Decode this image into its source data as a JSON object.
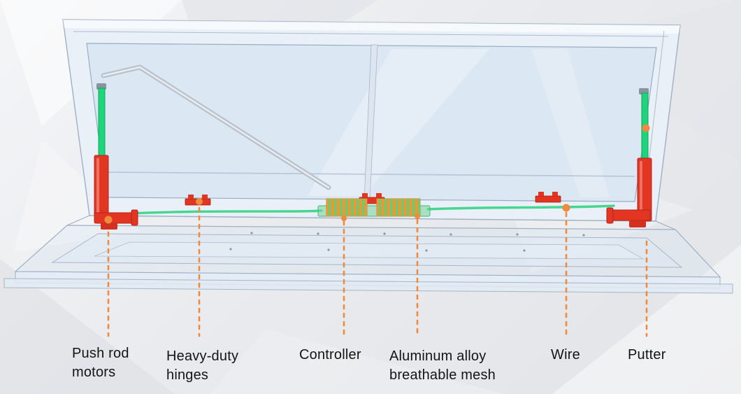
{
  "figure": {
    "subject": "Automatic window / skylight opener assembly diagram"
  },
  "colors": {
    "callout_orange": "#EF8A3E",
    "actuator_red": "#E23522",
    "rod_green": "#1ED47D",
    "wire_green": "#3ED489",
    "mesh_stripe_orange": "#E59B3A",
    "frame_blue": "#D6E2EF"
  },
  "callouts": [
    {
      "id": "push-rod-motors",
      "label": "Push rod motors"
    },
    {
      "id": "heavy-duty-hinges",
      "label": "Heavy-duty hinges"
    },
    {
      "id": "controller",
      "label": "Controller"
    },
    {
      "id": "aluminum-alloy-breathable-mesh",
      "label": "Aluminum alloy breathable mesh"
    },
    {
      "id": "wire",
      "label": "Wire"
    },
    {
      "id": "putter",
      "label": "Putter"
    }
  ]
}
